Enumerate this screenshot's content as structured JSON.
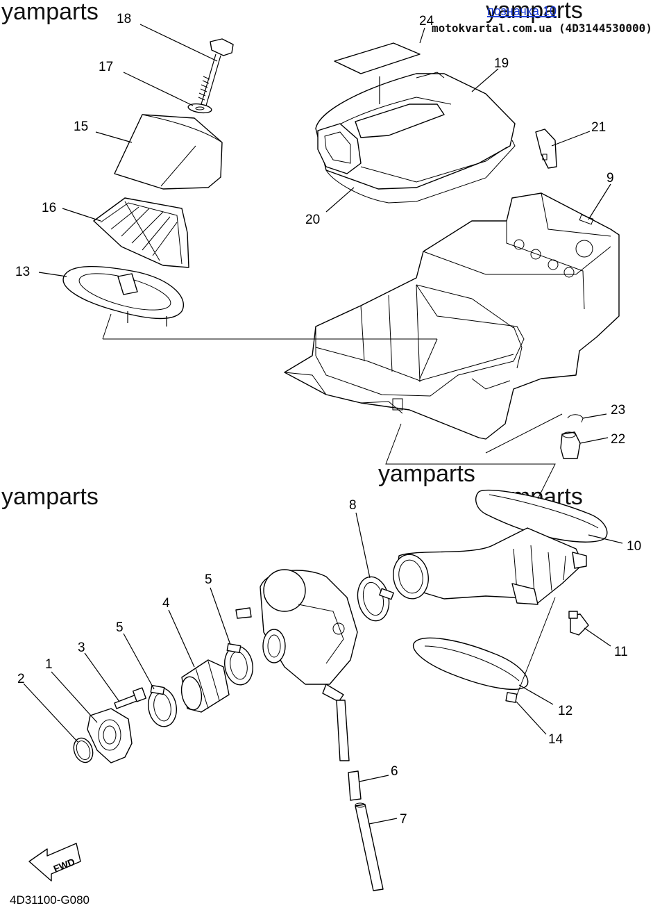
{
  "watermark": "yamparts",
  "header": {
    "link_text": "позначка 10",
    "site_text": "motokvartal.com.ua (4D3144530000)"
  },
  "diagram_code": "4D31100-G080",
  "fwd_label": "FWD",
  "callouts": {
    "c1": "1",
    "c2": "2",
    "c3": "3",
    "c4": "4",
    "c5a": "5",
    "c5b": "5",
    "c6": "6",
    "c7": "7",
    "c8": "8",
    "c9": "9",
    "c10": "10",
    "c11": "11",
    "c12": "12",
    "c13": "13",
    "c14": "14",
    "c15": "15",
    "c16": "16",
    "c17": "17",
    "c18": "18",
    "c19": "19",
    "c20": "20",
    "c21": "21",
    "c22": "22",
    "c23": "23",
    "c24": "24"
  }
}
